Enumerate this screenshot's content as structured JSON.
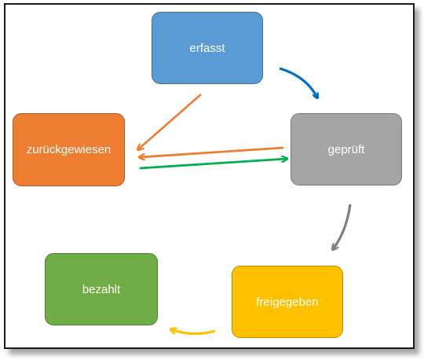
{
  "nodes": {
    "erfasst": {
      "label": "erfasst",
      "color": "#5b9bd5",
      "border": "#41719c"
    },
    "geprueft": {
      "label": "geprüft",
      "color": "#a5a5a5",
      "border": "#787878"
    },
    "zurueckgewiesen": {
      "label": "zurückgewiesen",
      "color": "#ed7d31",
      "border": "#ae5a21"
    },
    "freigegeben": {
      "label": "freigegeben",
      "color": "#ffc000",
      "border": "#bc8c00"
    },
    "bezahlt": {
      "label": "bezahlt",
      "color": "#70ad47",
      "border": "#507e32"
    }
  },
  "edges": [
    {
      "from": "erfasst",
      "to": "geprüft",
      "color": "#0070c0"
    },
    {
      "from": "erfasst",
      "to": "zurückgewiesen",
      "color": "#ed7d31"
    },
    {
      "from": "geprüft",
      "to": "zurückgewiesen",
      "color": "#ed7d31"
    },
    {
      "from": "zurückgewiesen",
      "to": "geprüft",
      "color": "#00b050"
    },
    {
      "from": "geprüft",
      "to": "freigegeben",
      "color": "#7f7f7f"
    },
    {
      "from": "freigegeben",
      "to": "bezahlt",
      "color": "#ffc000"
    }
  ]
}
